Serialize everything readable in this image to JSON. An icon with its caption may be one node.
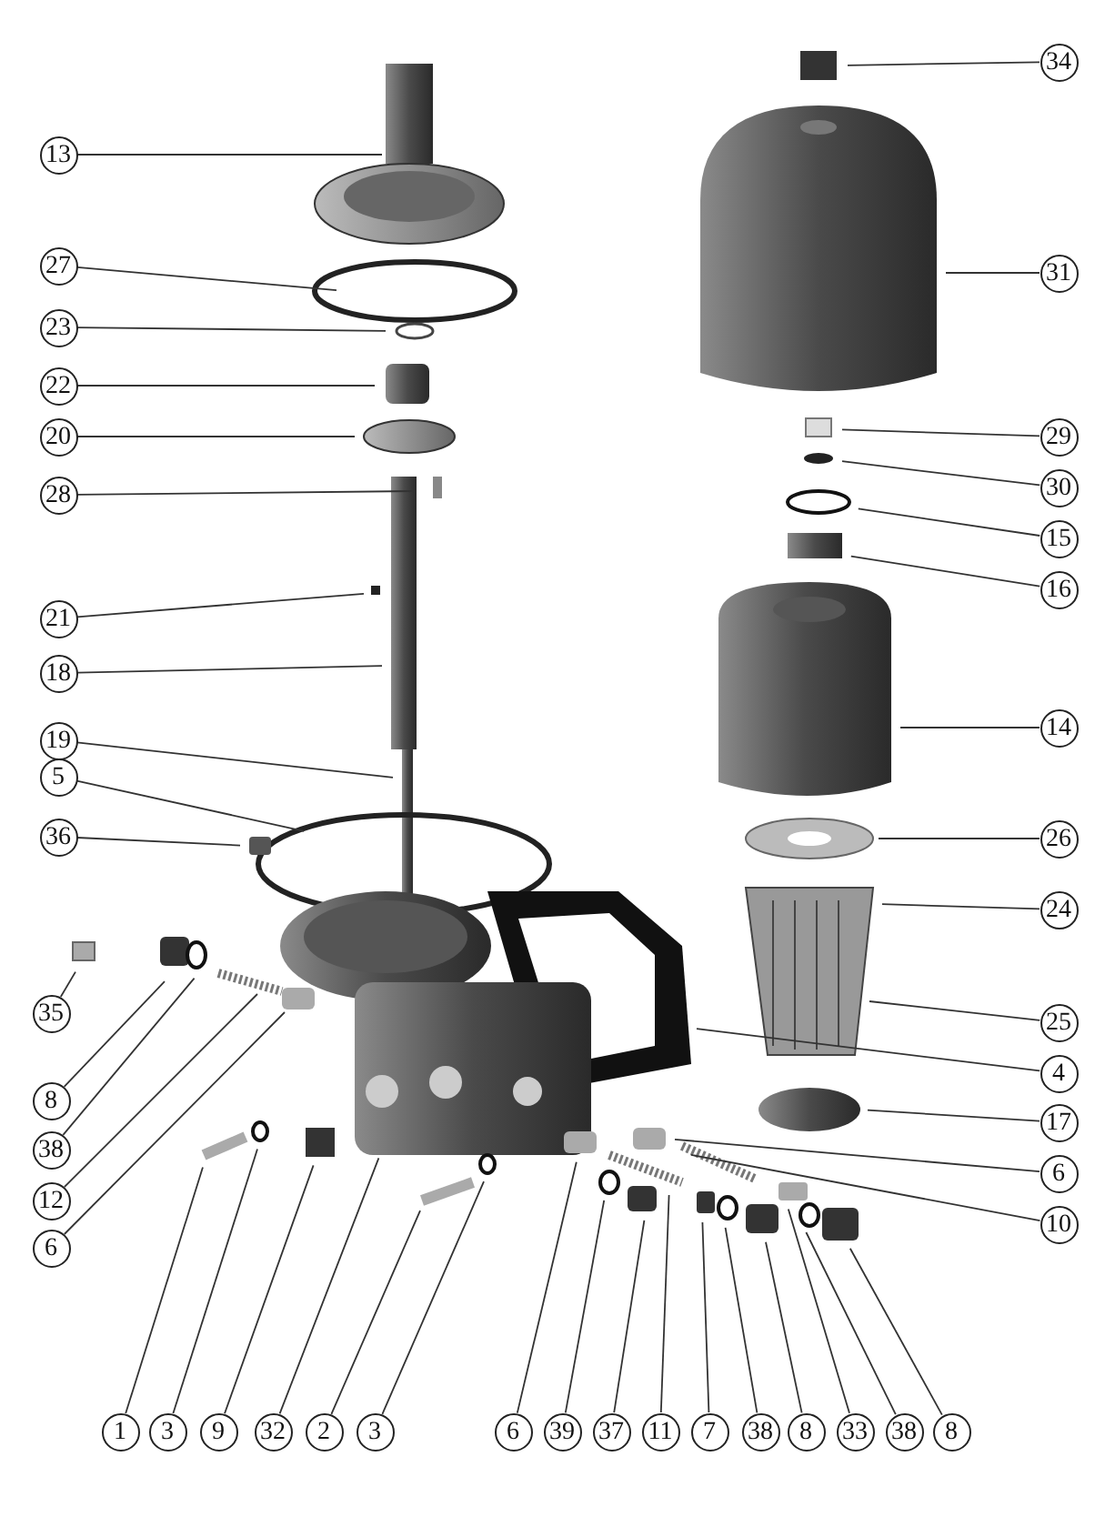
{
  "diagram": {
    "nodes": [
      {
        "text": [
          "13"
        ]
      },
      {
        "text": [
          "27"
        ]
      },
      {
        "text": [
          "23"
        ]
      },
      {
        "text": [
          "22"
        ]
      },
      {
        "text": [
          "20"
        ]
      },
      {
        "text": [
          "28"
        ]
      },
      {
        "text": [
          "21"
        ]
      },
      {
        "text": [
          "18"
        ]
      },
      {
        "text": [
          "19"
        ]
      },
      {
        "text": [
          "5"
        ]
      },
      {
        "text": [
          "36"
        ]
      },
      {
        "text": [
          "35"
        ]
      },
      {
        "text": [
          "8"
        ]
      },
      {
        "text": [
          "38"
        ]
      },
      {
        "text": [
          "12"
        ]
      },
      {
        "text": [
          "6"
        ]
      },
      {
        "text": [
          "34"
        ]
      },
      {
        "text": [
          "31"
        ]
      },
      {
        "text": [
          "29"
        ]
      },
      {
        "text": [
          "30"
        ]
      },
      {
        "text": [
          "15"
        ]
      },
      {
        "text": [
          "16"
        ]
      },
      {
        "text": [
          "14"
        ]
      },
      {
        "text": [
          "26"
        ]
      },
      {
        "text": [
          "24"
        ]
      },
      {
        "text": [
          "25"
        ]
      },
      {
        "text": [
          "4"
        ]
      },
      {
        "text": [
          "17"
        ]
      },
      {
        "text": [
          "6"
        ]
      },
      {
        "text": [
          "10"
        ]
      },
      {
        "text": [
          "1"
        ]
      },
      {
        "text": [
          "3"
        ]
      },
      {
        "text": [
          "9"
        ]
      },
      {
        "text": [
          "32"
        ]
      },
      {
        "text": [
          "2"
        ]
      },
      {
        "text": [
          "3"
        ]
      },
      {
        "text": [
          "6"
        ]
      },
      {
        "text": [
          "39"
        ]
      },
      {
        "text": [
          "37"
        ]
      },
      {
        "text": [
          "11"
        ]
      },
      {
        "text": [
          "7"
        ]
      },
      {
        "text": [
          "38"
        ]
      },
      {
        "text": [
          "8"
        ]
      },
      {
        "text": [
          "33"
        ]
      },
      {
        "text": [
          "38"
        ]
      },
      {
        "text": [
          "8"
        ]
      }
    ],
    "edges": [
      {
        "from": 0,
        "to": null,
        "arrow": "none"
      },
      {
        "from": 1,
        "to": null,
        "arrow": "none"
      },
      {
        "from": 2,
        "to": null,
        "arrow": "none"
      },
      {
        "from": 3,
        "to": null,
        "arrow": "none"
      },
      {
        "from": 4,
        "to": null,
        "arrow": "none"
      },
      {
        "from": 5,
        "to": null,
        "arrow": "none"
      },
      {
        "from": 6,
        "to": null,
        "arrow": "none"
      },
      {
        "from": 7,
        "to": null,
        "arrow": "none"
      },
      {
        "from": 8,
        "to": null,
        "arrow": "none"
      },
      {
        "from": 9,
        "to": null,
        "arrow": "none"
      },
      {
        "from": 10,
        "to": null,
        "arrow": "none"
      },
      {
        "from": 11,
        "to": null,
        "arrow": "none"
      },
      {
        "from": 12,
        "to": null,
        "arrow": "none"
      },
      {
        "from": 13,
        "to": null,
        "arrow": "none"
      },
      {
        "from": 14,
        "to": null,
        "arrow": "none"
      },
      {
        "from": 15,
        "to": null,
        "arrow": "none"
      },
      {
        "from": 16,
        "to": null,
        "arrow": "none"
      },
      {
        "from": 17,
        "to": null,
        "arrow": "none"
      },
      {
        "from": 18,
        "to": null,
        "arrow": "none"
      },
      {
        "from": 19,
        "to": null,
        "arrow": "none"
      },
      {
        "from": 20,
        "to": null,
        "arrow": "none"
      },
      {
        "from": 21,
        "to": null,
        "arrow": "none"
      },
      {
        "from": 22,
        "to": null,
        "arrow": "none"
      },
      {
        "from": 23,
        "to": null,
        "arrow": "none"
      },
      {
        "from": 24,
        "to": null,
        "arrow": "none"
      },
      {
        "from": 25,
        "to": null,
        "arrow": "none"
      },
      {
        "from": 26,
        "to": null,
        "arrow": "none"
      },
      {
        "from": 27,
        "to": null,
        "arrow": "none"
      },
      {
        "from": 28,
        "to": null,
        "arrow": "none"
      },
      {
        "from": 29,
        "to": null,
        "arrow": "none"
      },
      {
        "from": 30,
        "to": null,
        "arrow": "none"
      },
      {
        "from": 31,
        "to": null,
        "arrow": "none"
      },
      {
        "from": 32,
        "to": null,
        "arrow": "none"
      },
      {
        "from": 33,
        "to": null,
        "arrow": "none"
      },
      {
        "from": 34,
        "to": null,
        "arrow": "none"
      },
      {
        "from": 35,
        "to": null,
        "arrow": "none"
      },
      {
        "from": 36,
        "to": null,
        "arrow": "none"
      },
      {
        "from": 37,
        "to": null,
        "arrow": "none"
      },
      {
        "from": 38,
        "to": null,
        "arrow": "none"
      },
      {
        "from": 39,
        "to": null,
        "arrow": "none"
      },
      {
        "from": 40,
        "to": null,
        "arrow": "none"
      },
      {
        "from": 41,
        "to": null,
        "arrow": "none"
      },
      {
        "from": 42,
        "to": null,
        "arrow": "none"
      },
      {
        "from": 43,
        "to": null,
        "arrow": "none"
      },
      {
        "from": 44,
        "to": null,
        "arrow": "none"
      },
      {
        "from": 45,
        "to": null,
        "arrow": "none"
      }
    ]
  }
}
